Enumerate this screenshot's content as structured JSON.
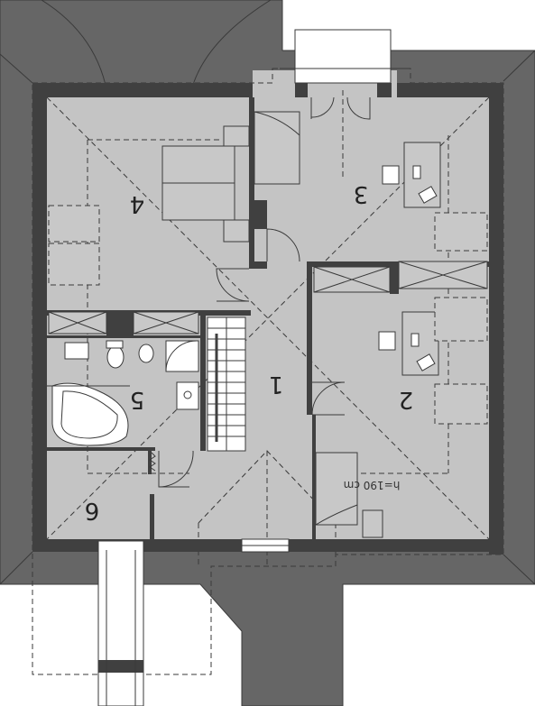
{
  "plan": {
    "rooms": [
      {
        "id": "room-1",
        "number": "1"
      },
      {
        "id": "room-2",
        "number": "2"
      },
      {
        "id": "room-3",
        "number": "3"
      },
      {
        "id": "room-4",
        "number": "4"
      },
      {
        "id": "room-5",
        "number": "5"
      },
      {
        "id": "room-6",
        "number": "6"
      }
    ],
    "height_label": "h=190 cm"
  }
}
